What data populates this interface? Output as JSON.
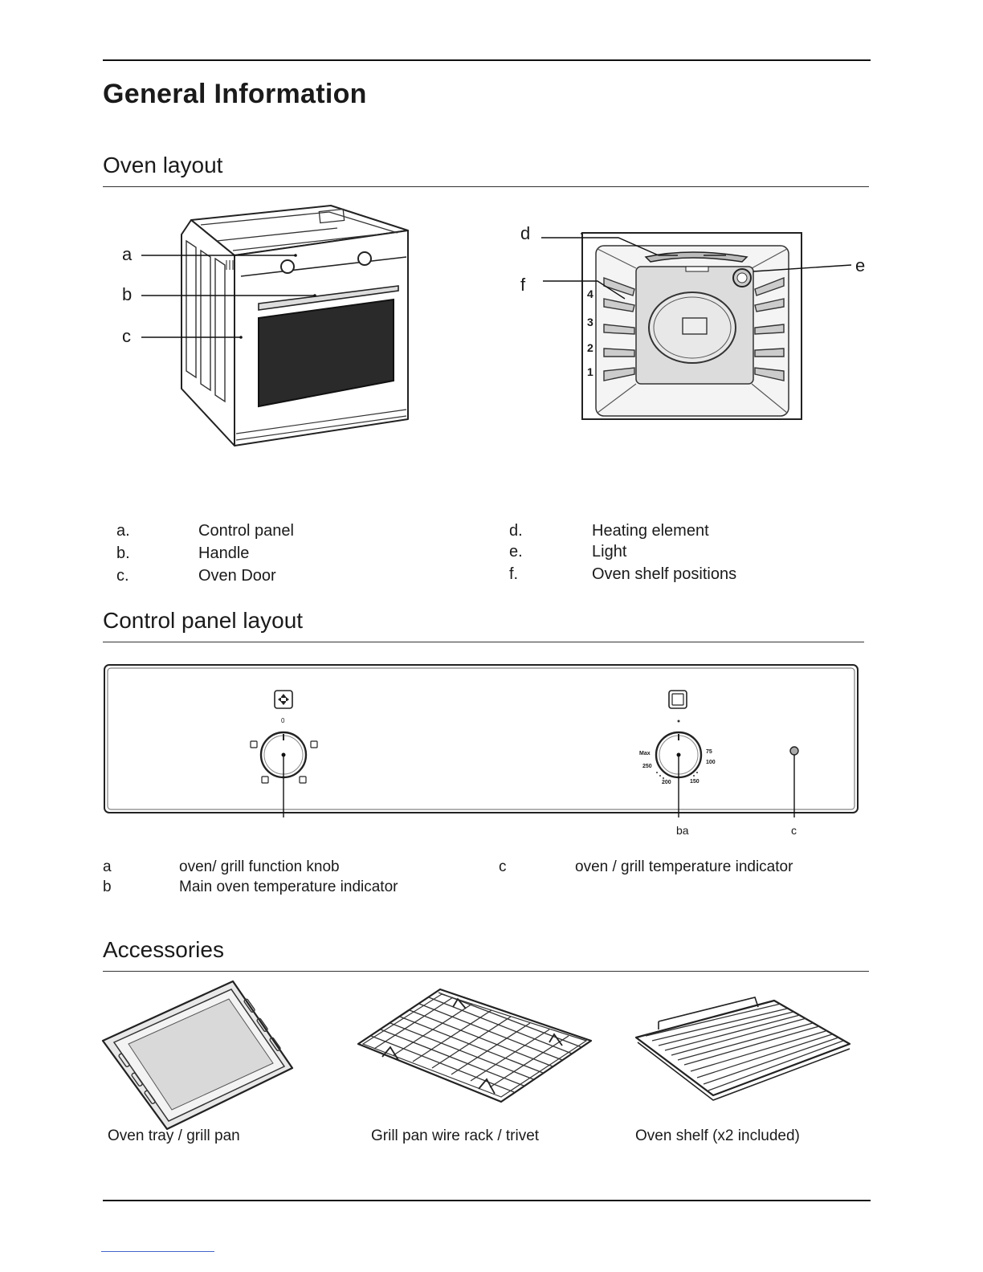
{
  "page": {
    "title": "General Information"
  },
  "oven_layout": {
    "heading": "Oven layout",
    "callouts_left": [
      "a",
      "b",
      "c"
    ],
    "callouts_right": [
      "d",
      "f",
      "e"
    ],
    "shelf_numbers": [
      "4",
      "3",
      "2",
      "1"
    ],
    "legend": [
      {
        "key": "a.",
        "label": "Control panel"
      },
      {
        "key": "b.",
        "label": "Handle"
      },
      {
        "key": "c.",
        "label": "Oven Door"
      },
      {
        "key": "d.",
        "label": "Heating element"
      },
      {
        "key": "e.",
        "label": "Light"
      },
      {
        "key": "f.",
        "label": "Oven shelf positions"
      }
    ]
  },
  "control_panel": {
    "heading": "Control panel  layout",
    "dial_zero": "0",
    "temp_labels": {
      "max": "Max",
      "t250": "250",
      "t200": "200",
      "t150": "150",
      "t100": "100",
      "t75": "75"
    },
    "callouts": {
      "ba": "ba",
      "c": "c"
    },
    "legend": [
      {
        "key": "a",
        "label": "oven/ grill function knob"
      },
      {
        "key": "b",
        "label": "Main oven temperature indicator"
      },
      {
        "key": "c",
        "label": "oven / grill temperature indicator"
      }
    ]
  },
  "accessories": {
    "heading": "Accessories",
    "items": [
      {
        "label": "Oven tray / grill pan",
        "icon": "oven-tray-icon"
      },
      {
        "label": "Grill pan wire rack / trivet",
        "icon": "wire-rack-icon"
      },
      {
        "label": "Oven shelf (x2 included)",
        "icon": "oven-shelf-icon"
      }
    ]
  }
}
